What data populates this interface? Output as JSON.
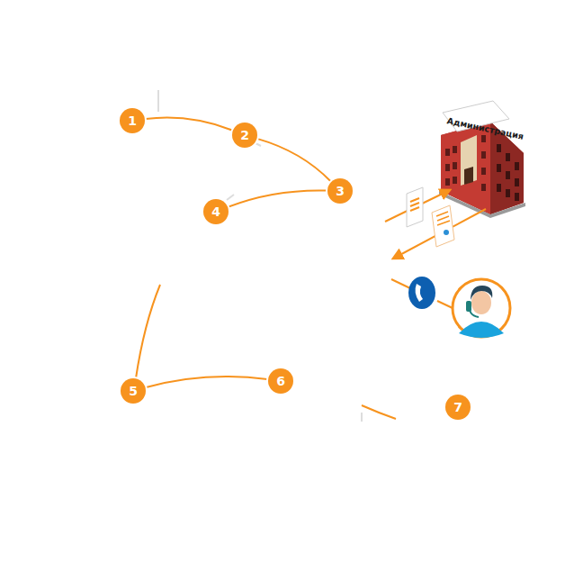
{
  "diagram": {
    "nodes": [
      {
        "text": [
          "1"
        ]
      },
      {
        "text": [
          "2"
        ]
      },
      {
        "text": [
          "3"
        ]
      },
      {
        "text": [
          "4"
        ]
      },
      {
        "text": [
          "5"
        ]
      },
      {
        "text": [
          "6"
        ]
      },
      {
        "text": [
          "7"
        ]
      }
    ],
    "edges": [
      {
        "from": 0,
        "to": 1,
        "arrow": "none"
      },
      {
        "from": 1,
        "to": 2,
        "arrow": "none"
      },
      {
        "from": 2,
        "to": 3,
        "arrow": "none"
      },
      {
        "from": 4,
        "to": 5,
        "arrow": "none"
      }
    ],
    "labels": [
      "Администрация"
    ]
  }
}
